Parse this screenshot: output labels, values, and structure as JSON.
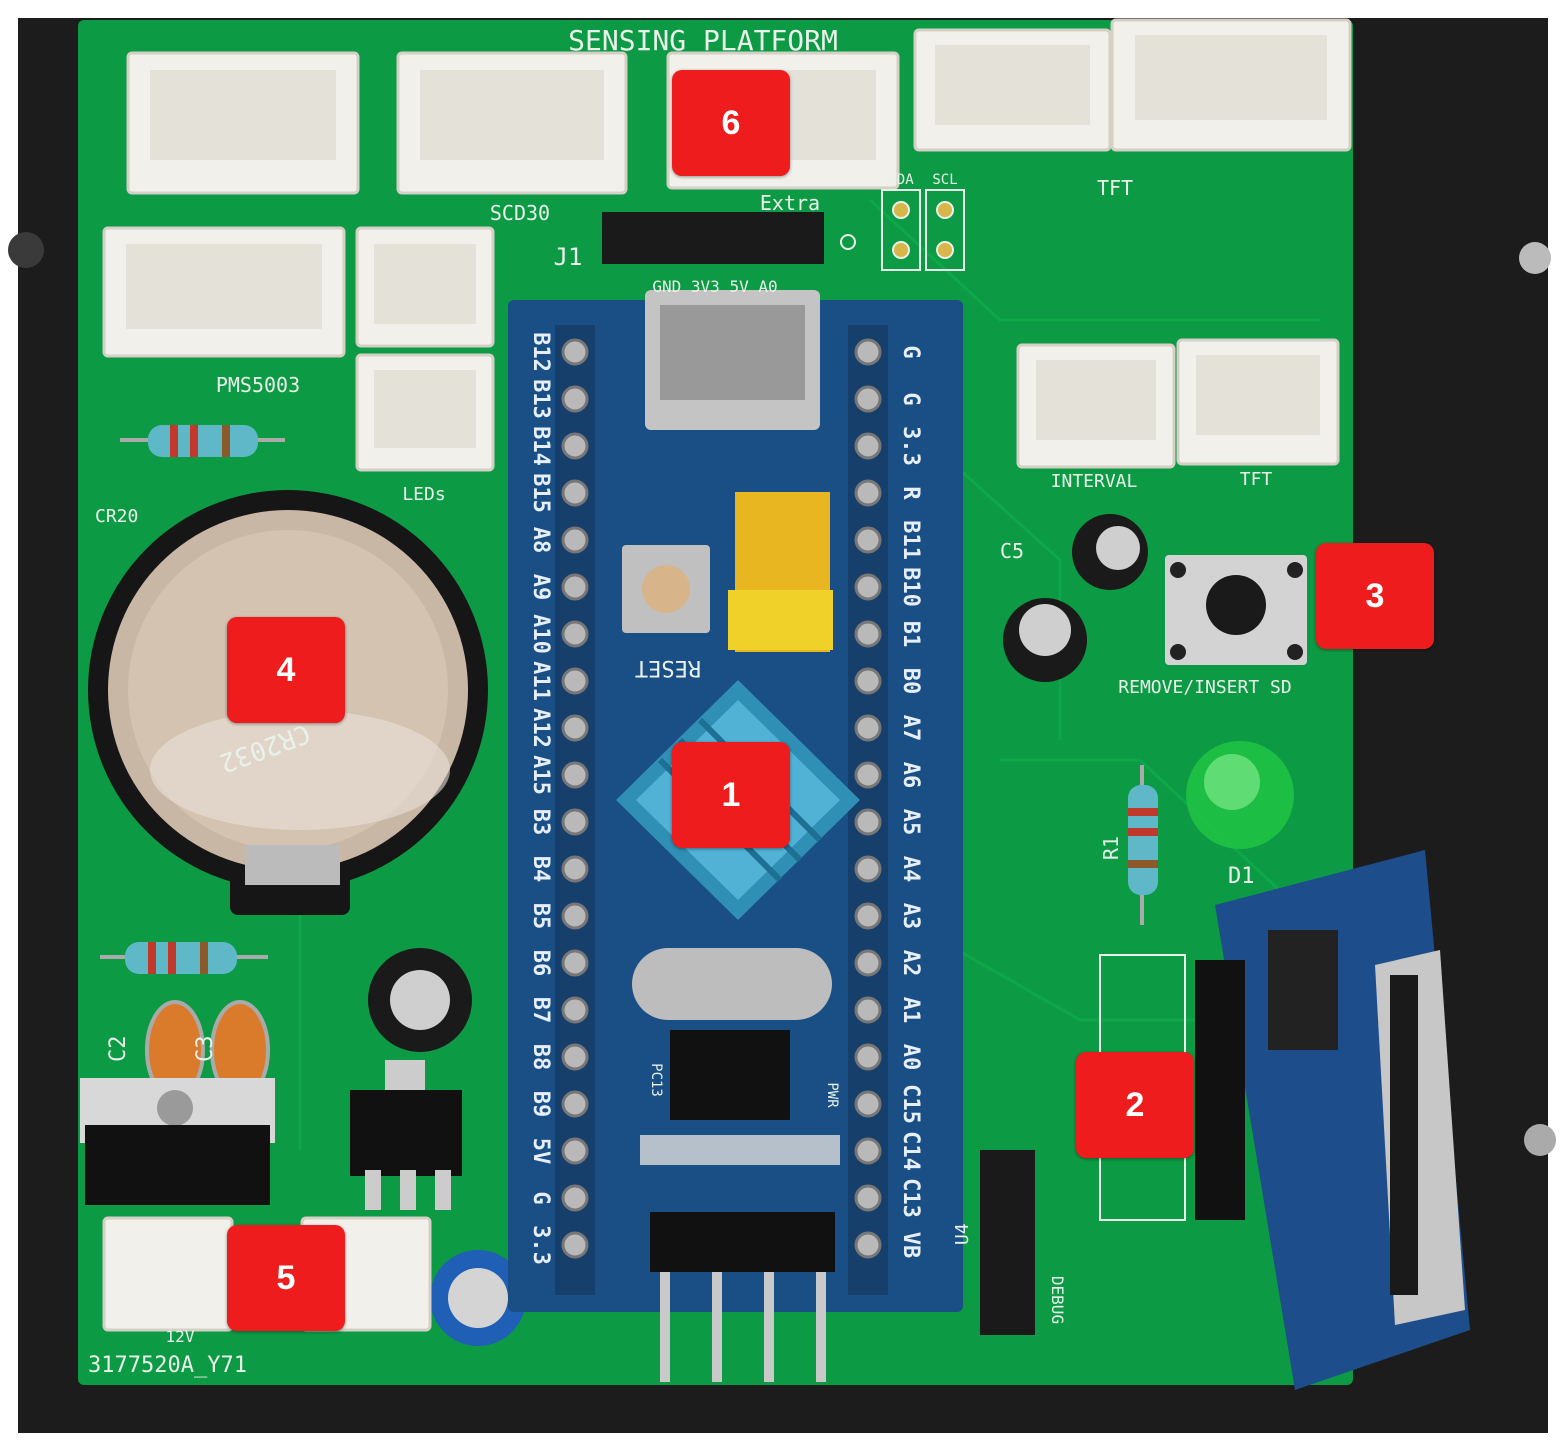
{
  "board": {
    "title": "SENSING PLATFORM",
    "serial": "3177520A_Y71",
    "connector_labels": {
      "scd30": "SCD30",
      "extra": "Extra",
      "j1": "J1",
      "j1_pins": "GND  3V3  5V  A0",
      "sda": "SDA",
      "scl": "SCL",
      "tft_top": "TFT",
      "pms": "PMS5003",
      "leds": "LEDs",
      "interval": "INTERVAL",
      "tft_right": "TFT",
      "cr": "CR20",
      "c5": "C5",
      "remove_sd": "REMOVE/INSERT SD",
      "r1": "R1",
      "d1": "D1",
      "c2": "C2",
      "c3": "C3",
      "v12": "12V",
      "u4": "U4",
      "debug": "DEBUG"
    },
    "mcu": {
      "reset": "RESET",
      "pc13": "PC13",
      "pwr": "PWR",
      "left_pins": [
        "B12",
        "B13",
        "B14",
        "B15",
        "A8",
        "A9",
        "A10",
        "A11",
        "A12",
        "A15",
        "B3",
        "B4",
        "B5",
        "B6",
        "B7",
        "B8",
        "B9",
        "5V",
        "G",
        "3.3"
      ],
      "right_pins": [
        "G",
        "G",
        "3.3",
        "R",
        "B11",
        "B10",
        "B1",
        "B0",
        "A7",
        "A6",
        "A5",
        "A4",
        "A3",
        "A2",
        "A1",
        "A0",
        "C15",
        "C14",
        "C13",
        "VB"
      ]
    },
    "coin_cell": "CR2032"
  },
  "markers": [
    {
      "label": "1"
    },
    {
      "label": "2"
    },
    {
      "label": "3"
    },
    {
      "label": "4"
    },
    {
      "label": "5"
    },
    {
      "label": "6"
    }
  ],
  "colors": {
    "pcb_green": "#0d9a44",
    "mcu_blue": "#1a4f86",
    "connector_white": "#f2f0ea",
    "marker_red": "#ee1c1c",
    "background_dark": "#1e1e1e"
  }
}
